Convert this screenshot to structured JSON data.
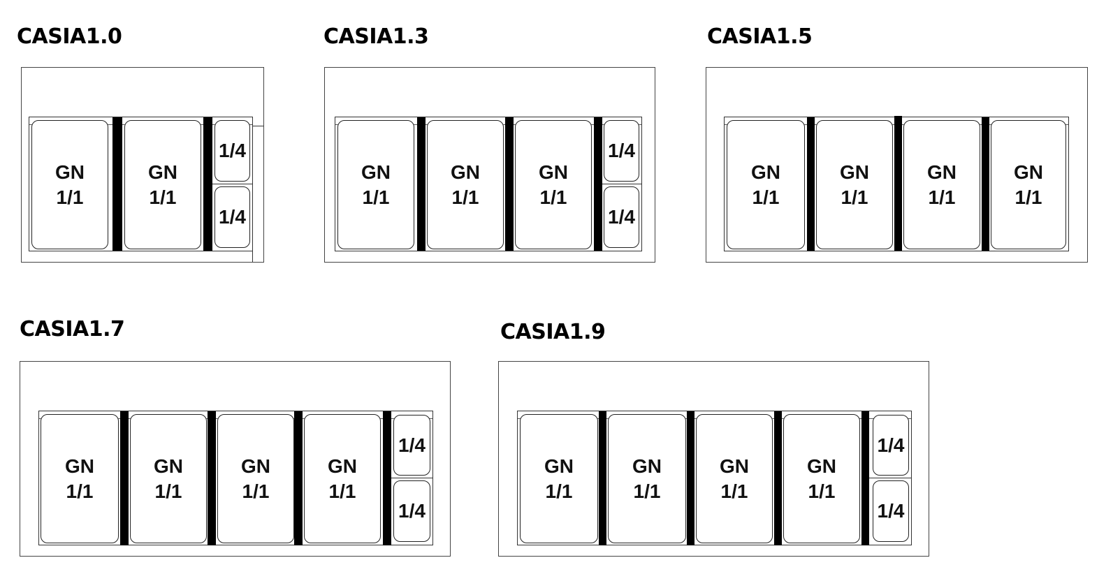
{
  "diagrams": [
    {
      "model": "CASIA1.0",
      "pans": [
        {
          "size": "GN",
          "fraction": "1/1"
        },
        {
          "size": "GN",
          "fraction": "1/1"
        },
        {
          "fraction": "1/4"
        },
        {
          "fraction": "1/4"
        }
      ]
    },
    {
      "model": "CASIA1.3",
      "pans": [
        {
          "size": "GN",
          "fraction": "1/1"
        },
        {
          "size": "GN",
          "fraction": "1/1"
        },
        {
          "size": "GN",
          "fraction": "1/1"
        },
        {
          "fraction": "1/4"
        },
        {
          "fraction": "1/4"
        }
      ]
    },
    {
      "model": "CASIA1.5",
      "pans": [
        {
          "size": "GN",
          "fraction": "1/1"
        },
        {
          "size": "GN",
          "fraction": "1/1"
        },
        {
          "size": "GN",
          "fraction": "1/1"
        },
        {
          "size": "GN",
          "fraction": "1/1"
        }
      ]
    },
    {
      "model": "CASIA1.7",
      "pans": [
        {
          "size": "GN",
          "fraction": "1/1"
        },
        {
          "size": "GN",
          "fraction": "1/1"
        },
        {
          "size": "GN",
          "fraction": "1/1"
        },
        {
          "size": "GN",
          "fraction": "1/1"
        },
        {
          "fraction": "1/4"
        },
        {
          "fraction": "1/4"
        }
      ]
    },
    {
      "model": "CASIA1.9",
      "pans": [
        {
          "size": "GN",
          "fraction": "1/1"
        },
        {
          "size": "GN",
          "fraction": "1/1"
        },
        {
          "size": "GN",
          "fraction": "1/1"
        },
        {
          "size": "GN",
          "fraction": "1/1"
        },
        {
          "fraction": "1/4"
        },
        {
          "fraction": "1/4"
        }
      ]
    }
  ]
}
